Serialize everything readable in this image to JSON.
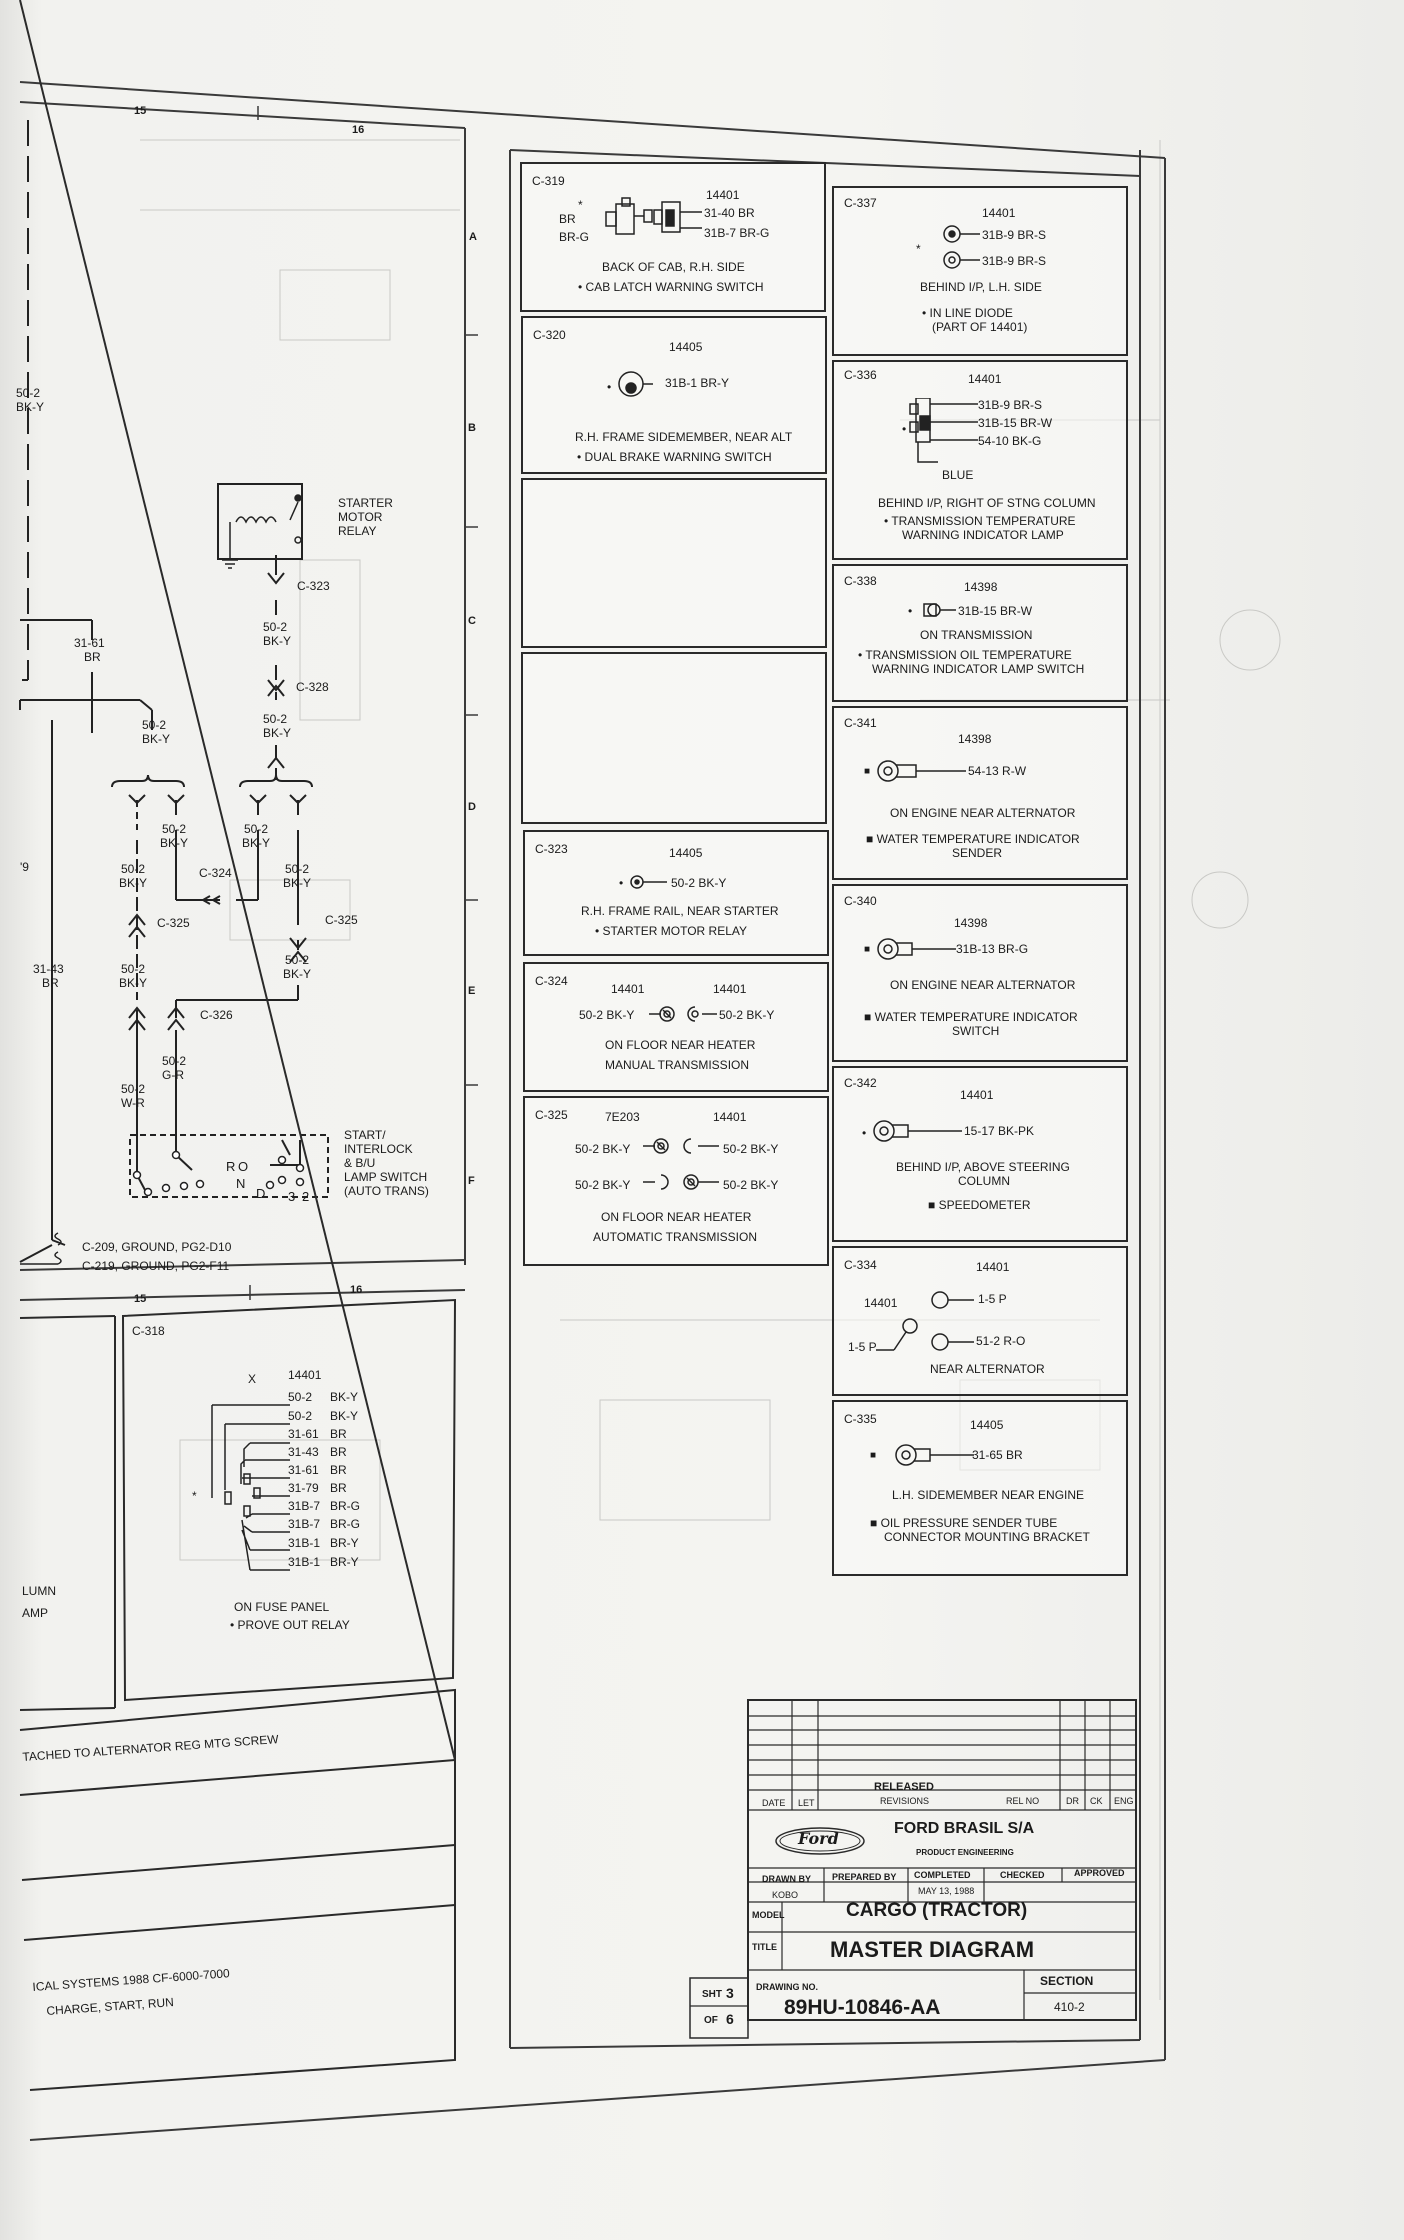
{
  "grid": {
    "top_columns": [
      "15",
      "16"
    ],
    "bottom_columns": [
      "15",
      "16"
    ],
    "rows": [
      "A",
      "B",
      "C",
      "D",
      "E",
      "F"
    ]
  },
  "schematic": {
    "wire_50_2_bk_y": [
      "50-2",
      "BK-Y"
    ],
    "wire_31_61_br": [
      "31-61",
      "BR"
    ],
    "wire_31_43_br": [
      "31-43",
      "BR"
    ],
    "edge_fragment_79": "'9",
    "starter_relay_label": [
      "STARTER",
      "MOTOR",
      "RELAY"
    ],
    "connectors": [
      "C-323",
      "C-328",
      "C-324",
      "C-325",
      "C-325",
      "C-326"
    ],
    "wire_50_2_g_r": [
      "50-2",
      "G-R"
    ],
    "wire_50_2_w_r": [
      "50-2",
      "W-R"
    ],
    "switch_label": [
      "START/",
      "INTERLOCK",
      "& B/U",
      "LAMP SWITCH",
      "(AUTO TRANS)"
    ],
    "switch_marks": [
      "R",
      "O",
      "N",
      "D",
      "3",
      "2"
    ],
    "grounds": [
      "C-209, GROUND, PG2-D10",
      "C-219, GROUND, PG2-F11"
    ]
  },
  "c318": {
    "id": "C-318",
    "marker": "X",
    "part": "14401",
    "wires": [
      [
        "50-2",
        "BK-Y"
      ],
      [
        "50-2",
        "BK-Y"
      ],
      [
        "31-61",
        "BR"
      ],
      [
        "31-43",
        "BR"
      ],
      [
        "31-61",
        "BR"
      ],
      [
        "31-79",
        "BR"
      ],
      [
        "31B-7",
        "BR-G"
      ],
      [
        "31B-7",
        "BR-G"
      ],
      [
        "31B-1",
        "BR-Y"
      ],
      [
        "31B-1",
        "BR-Y"
      ]
    ],
    "location": "ON FUSE PANEL",
    "note": "•  PROVE OUT RELAY"
  },
  "left_fragments": {
    "column": "LUMN",
    "amp": "AMP",
    "alternator": "TACHED TO ALTERNATOR REG MTG SCREW",
    "systems": "ICAL SYSTEMS 1988  CF-6000-7000",
    "charge": "CHARGE, START, RUN"
  },
  "connectors_left": [
    {
      "id": "C-319",
      "part": "14401",
      "wires": [
        "31-40  BR",
        "31B-7  BR-G"
      ],
      "side_labels": [
        "BR",
        "BR-G"
      ],
      "location": "BACK OF CAB, R.H. SIDE",
      "note": "•  CAB LATCH WARNING SWITCH"
    },
    {
      "id": "C-320",
      "part": "14405",
      "wires": [
        "31B-1  BR-Y"
      ],
      "location": "R.H. FRAME SIDEMEMBER, NEAR ALT",
      "note": "•  DUAL BRAKE WARNING SWITCH"
    },
    {
      "id": "C-323",
      "part": "14405",
      "wires": [
        "50-2  BK-Y"
      ],
      "location": "R.H. FRAME RAIL, NEAR STARTER",
      "note": "•  STARTER MOTOR RELAY"
    },
    {
      "id": "C-324",
      "parts": [
        "14401",
        "14401"
      ],
      "wires": [
        "50-2  BK-Y",
        "50-2  BK-Y"
      ],
      "location": "ON FLOOR NEAR HEATER",
      "note": "MANUAL TRANSMISSION"
    },
    {
      "id": "C-325",
      "parts": [
        "7E203",
        "14401"
      ],
      "wires": [
        "50-2  BK-Y",
        "50-2  BK-Y",
        "50-2  BK-Y",
        "50-2  BK-Y"
      ],
      "location": "ON FLOOR NEAR HEATER",
      "note": "AUTOMATIC TRANSMISSION"
    }
  ],
  "connectors_right": [
    {
      "id": "C-337",
      "part": "14401",
      "wires": [
        "31B-9  BR-S",
        "31B-9  BR-S"
      ],
      "location": "BEHIND I/P, L.H. SIDE",
      "note": "•  IN LINE DIODE",
      "note2": "(PART OF 14401)"
    },
    {
      "id": "C-336",
      "part": "14401",
      "wires": [
        "31B-9  BR-S",
        "31B-15  BR-W",
        "54-10  BK-G"
      ],
      "extra": "BLUE",
      "location": "BEHIND I/P, RIGHT OF STNG COLUMN",
      "note": "•  TRANSMISSION TEMPERATURE",
      "note2": "WARNING INDICATOR LAMP"
    },
    {
      "id": "C-338",
      "part": "14398",
      "wires": [
        "31B-15  BR-W"
      ],
      "location": "ON TRANSMISSION",
      "note": "•  TRANSMISSION OIL TEMPERATURE",
      "note2": "WARNING INDICATOR LAMP SWITCH"
    },
    {
      "id": "C-341",
      "part": "14398",
      "wires": [
        "54-13  R-W"
      ],
      "location": "ON ENGINE NEAR ALTERNATOR",
      "note": "■  WATER TEMPERATURE INDICATOR",
      "note2": "SENDER"
    },
    {
      "id": "C-340",
      "part": "14398",
      "wires": [
        "31B-13  BR-G"
      ],
      "location": "ON ENGINE NEAR ALTERNATOR",
      "note": "■  WATER TEMPERATURE INDICATOR",
      "note2": "SWITCH"
    },
    {
      "id": "C-342",
      "part": "14401",
      "wires": [
        "15-17  BK-PK"
      ],
      "location": "BEHIND I/P, ABOVE STEERING",
      "location2": "COLUMN",
      "note": "■  SPEEDOMETER"
    },
    {
      "id": "C-334",
      "parts": [
        "14401",
        "14401"
      ],
      "wires": [
        "1-5  P",
        "1-5  P",
        "51-2  R-O"
      ],
      "location": "NEAR ALTERNATOR"
    },
    {
      "id": "C-335",
      "part": "14405",
      "wires": [
        "31-65  BR"
      ],
      "location": "L.H. SIDEMEMBER NEAR ENGINE",
      "note": "■  OIL PRESSURE SENDER TUBE",
      "note2": "CONNECTOR MOUNTING BRACKET"
    }
  ],
  "title_block": {
    "released": "RELEASED",
    "headers": [
      "DATE",
      "LET",
      "REVISIONS",
      "REL NO",
      "DR",
      "CK",
      "ENG"
    ],
    "logo": "Ford",
    "company": "FORD BRASIL S/A",
    "department": "PRODUCT ENGINEERING",
    "drawn_by": "DRAWN BY",
    "drawn_name": "KOBO",
    "prepared_by": "PREPARED BY",
    "completed": "COMPLETED",
    "completed_date": "MAY 13, 1988",
    "checked": "CHECKED",
    "approved": "APPROVED",
    "model_label": "MODEL",
    "model": "CARGO  (TRACTOR)",
    "title_label": "TITLE",
    "title": "MASTER DIAGRAM",
    "sht_label": "SHT",
    "sht": "3",
    "of_label": "OF",
    "of": "6",
    "drawing_no_label": "DRAWING NO.",
    "drawing_no": "89HU-10846-AA",
    "section_label": "SECTION",
    "section": "410-2"
  }
}
